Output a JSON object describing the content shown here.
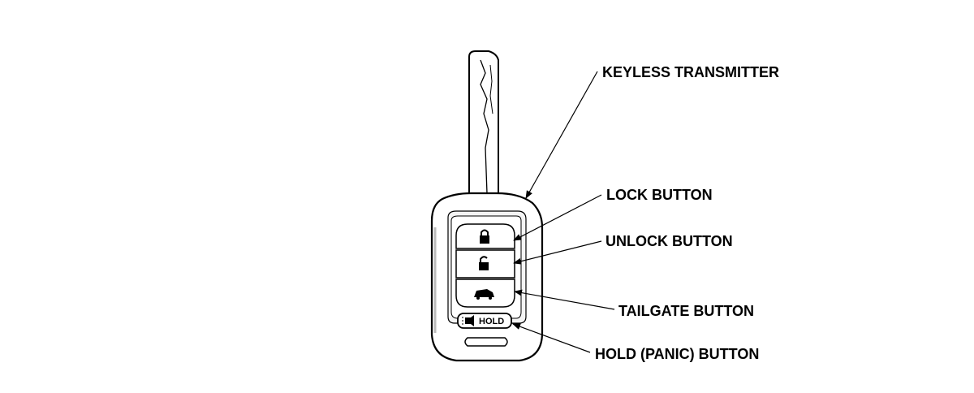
{
  "labels": {
    "keyless_transmitter": "KEYLESS TRANSMITTER",
    "lock_button": "LOCK BUTTON",
    "unlock_button": "UNLOCK BUTTON",
    "tailgate_button": "TAILGATE BUTTON",
    "hold_panic_button": "HOLD (PANIC) BUTTON"
  },
  "fob": {
    "hold_text": "HOLD",
    "lock_icon": "padlock-closed-icon",
    "unlock_icon": "padlock-open-icon",
    "tailgate_icon": "vehicle-tailgate-icon",
    "panic_icon": "horn-icon"
  },
  "colors": {
    "ink": "#000000",
    "paper": "#ffffff",
    "shade": "#d9d9d9"
  }
}
